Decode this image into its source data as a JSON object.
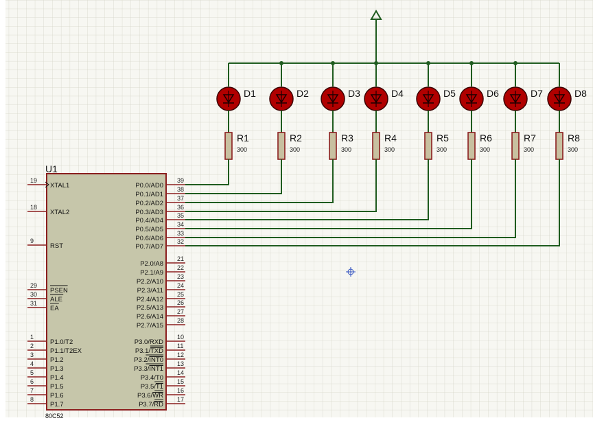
{
  "chip": {
    "ref": "U1",
    "part": "80C52",
    "left_pins": [
      {
        "num": "19",
        "name": "XTAL1",
        "overline": false
      },
      {
        "num": "18",
        "name": "XTAL2",
        "overline": false
      },
      {
        "num": "9",
        "name": "RST",
        "overline": false
      },
      {
        "num": "29",
        "name": "PSEN",
        "overline": true
      },
      {
        "num": "30",
        "name": "ALE",
        "overline": true
      },
      {
        "num": "31",
        "name": "EA",
        "overline": true
      },
      {
        "num": "1",
        "name": "P1.0/T2",
        "overline": false
      },
      {
        "num": "2",
        "name": "P1.1/T2EX",
        "overline": false
      },
      {
        "num": "3",
        "name": "P1.2",
        "overline": false
      },
      {
        "num": "4",
        "name": "P1.3",
        "overline": false
      },
      {
        "num": "5",
        "name": "P1.4",
        "overline": false
      },
      {
        "num": "6",
        "name": "P1.5",
        "overline": false
      },
      {
        "num": "7",
        "name": "P1.6",
        "overline": false
      },
      {
        "num": "8",
        "name": "P1.7",
        "overline": false
      }
    ],
    "right_pins": [
      {
        "num": "39",
        "name": "P0.0/AD0"
      },
      {
        "num": "38",
        "name": "P0.1/AD1"
      },
      {
        "num": "37",
        "name": "P0.2/AD2"
      },
      {
        "num": "36",
        "name": "P0.3/AD3"
      },
      {
        "num": "35",
        "name": "P0.4/AD4"
      },
      {
        "num": "34",
        "name": "P0.5/AD5"
      },
      {
        "num": "33",
        "name": "P0.6/AD6"
      },
      {
        "num": "32",
        "name": "P0.7/AD7"
      },
      {
        "num": "21",
        "name": "P2.0/A8"
      },
      {
        "num": "22",
        "name": "P2.1/A9"
      },
      {
        "num": "23",
        "name": "P2.2/A10"
      },
      {
        "num": "24",
        "name": "P2.3/A11"
      },
      {
        "num": "25",
        "name": "P2.4/A12"
      },
      {
        "num": "26",
        "name": "P2.5/A13"
      },
      {
        "num": "27",
        "name": "P2.6/A14"
      },
      {
        "num": "28",
        "name": "P2.7/A15"
      },
      {
        "num": "10",
        "name": "P3.0/RXD"
      },
      {
        "num": "11",
        "name": "P3.1/TXD",
        "prefix": "P3.1/",
        "over": "TXD"
      },
      {
        "num": "12",
        "name": "P3.2/INT0",
        "prefix": "P3.2/",
        "over": "INT0"
      },
      {
        "num": "13",
        "name": "P3.3/INT1",
        "prefix": "P3.3/",
        "over": "INT1"
      },
      {
        "num": "14",
        "name": "P3.4/T0"
      },
      {
        "num": "15",
        "name": "P3.5/T1",
        "prefix": "P3.5/",
        "over": "T1"
      },
      {
        "num": "16",
        "name": "P3.6/WR",
        "prefix": "P3.6/",
        "over": "WR"
      },
      {
        "num": "17",
        "name": "P3.7/RD",
        "prefix": "P3.7/",
        "over": "RD"
      }
    ]
  },
  "leds": [
    {
      "label": "D1"
    },
    {
      "label": "D2"
    },
    {
      "label": "D3"
    },
    {
      "label": "D4"
    },
    {
      "label": "D5"
    },
    {
      "label": "D6"
    },
    {
      "label": "D7"
    },
    {
      "label": "D8"
    }
  ],
  "resistors": [
    {
      "label": "R1",
      "value": "300"
    },
    {
      "label": "R2",
      "value": "300"
    },
    {
      "label": "R3",
      "value": "300"
    },
    {
      "label": "R4",
      "value": "300"
    },
    {
      "label": "R5",
      "value": "300"
    },
    {
      "label": "R6",
      "value": "300"
    },
    {
      "label": "R7",
      "value": "300"
    },
    {
      "label": "R8",
      "value": "300"
    }
  ],
  "colors": {
    "grid": "#d6d6c9",
    "chip_fill": "#c6c6aa",
    "chip_stroke": "#8b1e1e",
    "wire": "#1f5c1f",
    "led_fill": "#b00000",
    "resistor_fill": "#c8c0a0",
    "cursor": "#3050c0"
  }
}
